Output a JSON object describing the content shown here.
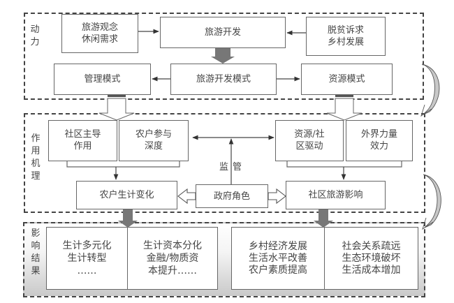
{
  "zones": {
    "driver": {
      "label": "动\n力"
    },
    "mechanism": {
      "label": "作\n用\n机\n理"
    },
    "result": {
      "label": "影\n响\n结\n果"
    }
  },
  "driver_boxes": {
    "tourism_concept": "旅游观念\n休闲需求",
    "tourism_development": "旅游开发",
    "poverty_appeal": "脱贫诉求\n乡村发展",
    "management_mode": "管理模式",
    "development_mode": "旅游开发模式",
    "resource_mode": "资源模式"
  },
  "mechanism_boxes": {
    "community_lead": "社区主导\n作用",
    "farmer_participation": "农户参与\n深度",
    "resource_community_drive": "资源/社\n区驱动",
    "external_force": "外界力量\n效力",
    "livelihood_change": "农户生计变化",
    "government_role": "政府角色",
    "community_tourism_impact": "社区旅游影响",
    "supervision_label": "监管"
  },
  "result_boxes": {
    "livelihood_diversification": "生计多元化\n生计转型\n……",
    "capital_differentiation": "生计资本分化\n金融/物质资\n本提升……",
    "positive_effects": "乡村经济发展\n生活水平改善\n农户素质提高",
    "negative_effects": "社会关系疏远\n生态环境破坏\n生活成本增加"
  }
}
